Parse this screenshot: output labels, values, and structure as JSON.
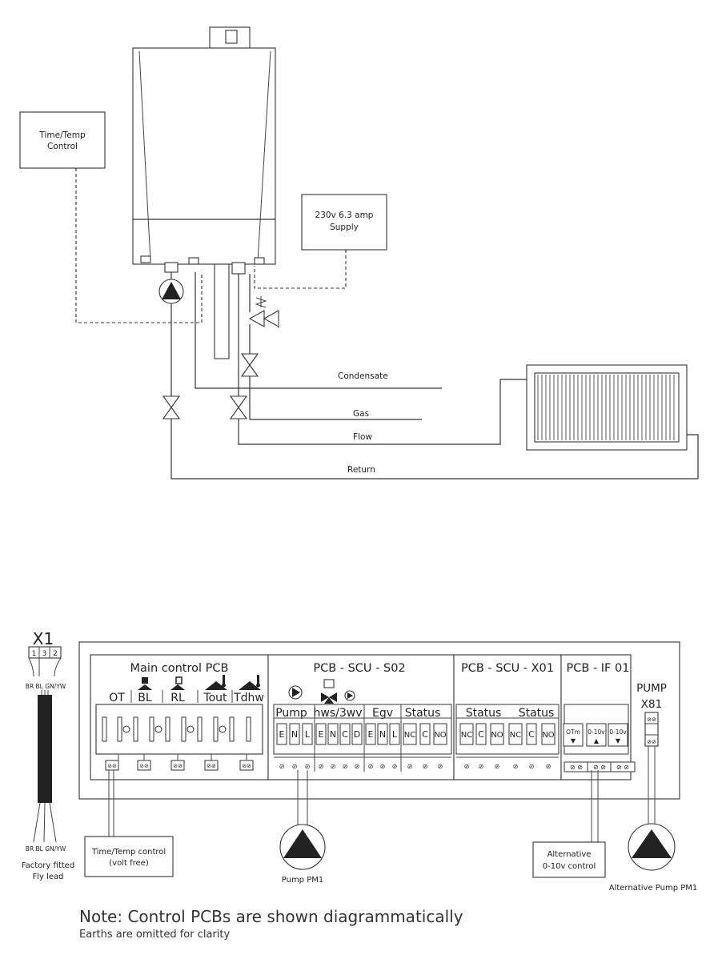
{
  "top_diagram": {
    "time_temp_line1": "Time/Temp",
    "time_temp_line2": "Control",
    "supply_line1": "230v 6.3 amp",
    "supply_line2": "Supply",
    "condensate": "Condensate",
    "gas": "Gas",
    "flow": "Flow",
    "return": "Return"
  },
  "wiring": {
    "x1_label": "X1",
    "x1_pins": [
      "1",
      "3",
      "2"
    ],
    "x1_wire_top": "BR BL GN/YW",
    "x1_wire_bottom": "BR BL GN/YW",
    "fly_lead_line1": "Factory fitted",
    "fly_lead_line2": "Fly lead",
    "main_pcb_title": "Main control PCB",
    "main_pcb_labels": [
      "OT",
      "BL",
      "RL",
      "Tout",
      "Tdhw"
    ],
    "scu_s02_title": "PCB - SCU - S02",
    "scu_s02_groups": [
      "Pump",
      "hws/3wv",
      "Egv",
      "Status"
    ],
    "scu_s02_terminals": [
      "E",
      "N",
      "L",
      "E",
      "N",
      "C",
      "D",
      "E",
      "N",
      "L",
      "NC",
      "C",
      "NO"
    ],
    "scu_x01_title": "PCB - SCU - X01",
    "scu_x01_groups": [
      "Status",
      "Status"
    ],
    "scu_x01_terminals": [
      "NC",
      "C",
      "NO",
      "NC",
      "C",
      "NO"
    ],
    "if01_title": "PCB - IF 01",
    "if01_terminals": [
      "OTm",
      "0-10v",
      "0-10v"
    ],
    "pump_label": "PUMP",
    "pump_x81": "X81",
    "time_temp_control_line1": "Time/Temp control",
    "time_temp_control_line2": "(volt free)",
    "pump_pm1": "Pump PM1",
    "alt_control_line1": "Alternative",
    "alt_control_line2": "0-10v control",
    "alt_pump": "Alternative Pump PM1"
  },
  "notes": {
    "main": "Note: Control PCBs  are shown diagrammatically",
    "sub": "Earths are omitted for clarity"
  }
}
